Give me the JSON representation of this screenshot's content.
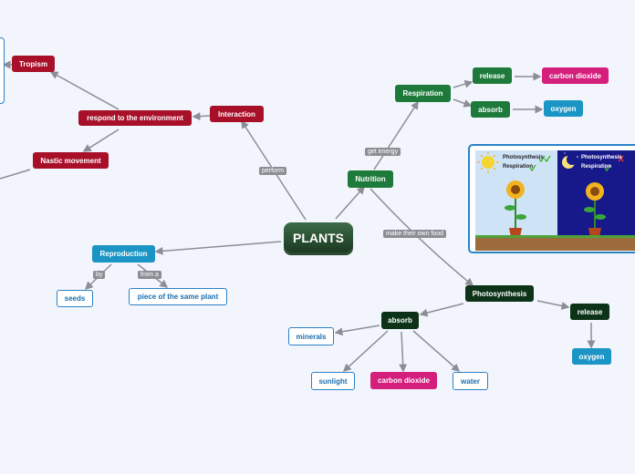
{
  "root": "PLANTS",
  "nodes": {
    "tropism": "Tropism",
    "respond": "respond to the environment",
    "interaction": "Interaction",
    "nastic": "Nastic movement",
    "respiration": "Respiration",
    "release_top": "release",
    "carbon_dioxide_top": "carbon dioxide",
    "absorb_top": "absorb",
    "oxygen_top": "oxygen",
    "nutrition": "Nutrition",
    "reproduction": "Reproduction",
    "seeds": "seeds",
    "piece": "piece of the same plant",
    "photosynthesis": "Photosynthesis",
    "release_bottom": "release",
    "oxygen_bottom": "oxygen",
    "absorb_bottom": "absorb",
    "minerals": "minerals",
    "sunlight": "sunlight",
    "carbon_dioxide_bottom": "carbon dioxide",
    "water": "water"
  },
  "labels": {
    "perform": "perform",
    "get_energy": "get energy",
    "make_food": "make their own food",
    "by": "by",
    "from_a": "from a"
  },
  "image": {
    "day_photosynthesis": "Photosynthesis",
    "day_respiration": "Respiration",
    "night_photosynthesis": "Photosynthesis",
    "night_respiration": "Respiration"
  },
  "colors": {
    "red": "#a8102a",
    "green": "#1e7a3a",
    "dark_green": "#0c3318",
    "teal": "#1a95c6",
    "pink": "#d41f7d",
    "outline_blue": "#2a82c7",
    "connector": "#8b8f95"
  }
}
